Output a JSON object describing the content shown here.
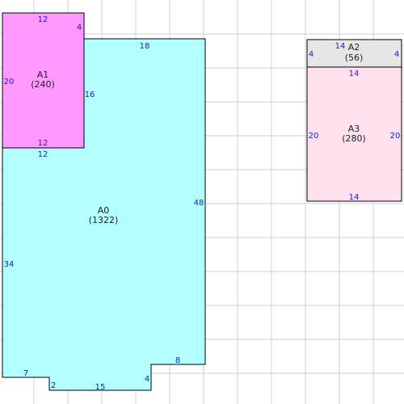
{
  "grid": {
    "color": "#d0d0d0"
  },
  "rooms": [
    {
      "id": "a0",
      "label": "A0",
      "area": "(1322)",
      "fill": "#b2ffff",
      "stroke": "#000000",
      "dims": [
        "18",
        "48",
        "8",
        "4",
        "15",
        "2",
        "7",
        "34",
        "12"
      ]
    },
    {
      "id": "a1",
      "label": "A1",
      "area": "(240)",
      "fill": "#ff99ff",
      "stroke": "#000000",
      "dims": [
        "12",
        "4",
        "16",
        "12",
        "20"
      ]
    },
    {
      "id": "a2",
      "label": "A2",
      "area": "(56)",
      "fill": "#e6e6e6",
      "stroke": "#000000",
      "dims": [
        "14",
        "4",
        "4"
      ]
    },
    {
      "id": "a3",
      "label": "A3",
      "area": "(280)",
      "fill": "#ffe0ee",
      "stroke": "#000000",
      "dims": [
        "14",
        "20",
        "20",
        "14"
      ]
    }
  ]
}
